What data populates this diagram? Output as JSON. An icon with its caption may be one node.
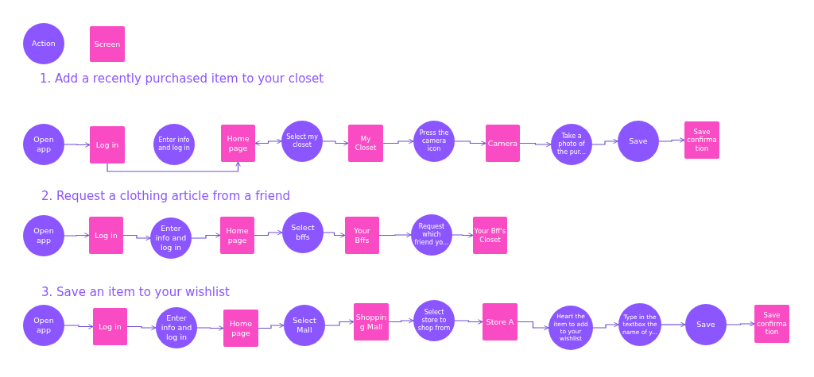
{
  "diagram": {
    "nodes": [
      {
        "text": [
          "Action"
        ]
      },
      {
        "text": [
          "Screen"
        ]
      },
      {
        "text": [
          "Open app"
        ]
      },
      {
        "text": [
          "Log in"
        ]
      },
      {
        "text": [
          "Enter info and log in"
        ]
      },
      {
        "text": [
          "Home page"
        ]
      },
      {
        "text": [
          "Select my closet"
        ]
      },
      {
        "text": [
          "My Closet"
        ]
      },
      {
        "text": [
          "Press the camera icon"
        ]
      },
      {
        "text": [
          "Camera"
        ]
      },
      {
        "text": [
          "Take a photo of the pur..."
        ]
      },
      {
        "text": [
          "Save"
        ]
      },
      {
        "text": [
          "Save confirmation"
        ]
      },
      {
        "text": [
          "Open app"
        ]
      },
      {
        "text": [
          "Log in"
        ]
      },
      {
        "text": [
          "Enter info and log in"
        ]
      },
      {
        "text": [
          "Home page"
        ]
      },
      {
        "text": [
          "Select bffs"
        ]
      },
      {
        "text": [
          "Your Bffs"
        ]
      },
      {
        "text": [
          "Request which friend yo..."
        ]
      },
      {
        "text": [
          "Your Bff's Closet"
        ]
      },
      {
        "text": [
          "Open app"
        ]
      },
      {
        "text": [
          "Log in"
        ]
      },
      {
        "text": [
          "Enter info and log in"
        ]
      },
      {
        "text": [
          "Home page"
        ]
      },
      {
        "text": [
          "Select Mall"
        ]
      },
      {
        "text": [
          "Shopping Mall"
        ]
      },
      {
        "text": [
          "Select store to shop from"
        ]
      },
      {
        "text": [
          "Store A"
        ]
      },
      {
        "text": [
          "Heart the item to add to your wishlist"
        ]
      },
      {
        "text": [
          "Type in the textbox the name of y..."
        ]
      },
      {
        "text": [
          "Save"
        ]
      },
      {
        "text": [
          "Save confirmation"
        ]
      }
    ],
    "edges": [
      {
        "from": 2,
        "to": 3,
        "arrow": "to"
      },
      {
        "from": 3,
        "to": 5,
        "arrow": "to"
      },
      {
        "from": 5,
        "to": 6,
        "arrow": "both"
      },
      {
        "from": 6,
        "to": 7,
        "arrow": "to"
      },
      {
        "from": 7,
        "to": 8,
        "arrow": "to"
      },
      {
        "from": 8,
        "to": 9,
        "arrow": "to"
      },
      {
        "from": 9,
        "to": 10,
        "arrow": "to"
      },
      {
        "from": 10,
        "to": 11,
        "arrow": "to"
      },
      {
        "from": 11,
        "to": 12,
        "arrow": "to"
      },
      {
        "from": 13,
        "to": 14,
        "arrow": "to"
      },
      {
        "from": 14,
        "to": 15,
        "arrow": "to"
      },
      {
        "from": 15,
        "to": 16,
        "arrow": "to"
      },
      {
        "from": 16,
        "to": 17,
        "arrow": "to"
      },
      {
        "from": 17,
        "to": 18,
        "arrow": "to"
      },
      {
        "from": 18,
        "to": 19,
        "arrow": "to"
      },
      {
        "from": 19,
        "to": 20,
        "arrow": "to"
      },
      {
        "from": 21,
        "to": 22,
        "arrow": "to"
      },
      {
        "from": 22,
        "to": 23,
        "arrow": "to"
      },
      {
        "from": 23,
        "to": 24,
        "arrow": "to"
      },
      {
        "from": 24,
        "to": 25,
        "arrow": "to"
      },
      {
        "from": 25,
        "to": 26,
        "arrow": "to"
      },
      {
        "from": 26,
        "to": 27,
        "arrow": "to"
      },
      {
        "from": 27,
        "to": 28,
        "arrow": "to"
      },
      {
        "from": 28,
        "to": 29,
        "arrow": "to"
      },
      {
        "from": 29,
        "to": 30,
        "arrow": "to"
      },
      {
        "from": 30,
        "to": 31,
        "arrow": "to"
      },
      {
        "from": 31,
        "to": 32,
        "arrow": "to"
      }
    ],
    "labels": [
      "1. Add a recently purchased item to your closet",
      "2. Request a clothing article from a friend",
      "3. Save an item to your wishlist"
    ]
  }
}
